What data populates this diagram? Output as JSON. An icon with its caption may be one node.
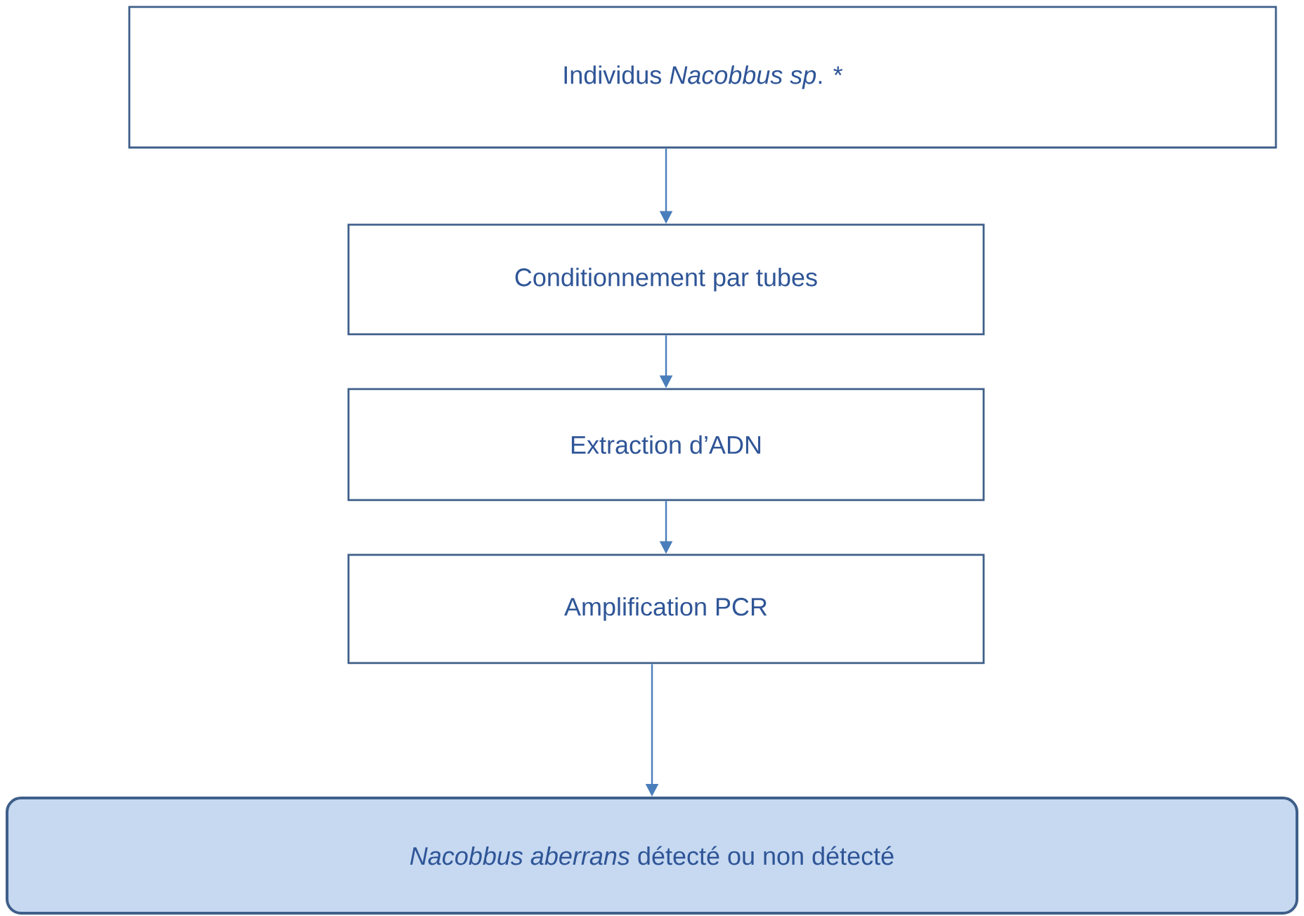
{
  "diagram": {
    "nodes": [
      {
        "text": [
          "Individus *Nacobbus sp*. *"
        ]
      },
      {
        "text": [
          "Conditionnement par tubes"
        ]
      },
      {
        "text": [
          "Extraction d’ADN"
        ]
      },
      {
        "text": [
          "Amplification PCR"
        ]
      },
      {
        "text": [
          "*Nacobbus aberrans* détecté ou non détecté"
        ]
      }
    ],
    "edges": [
      {
        "from": 0,
        "to": 1,
        "arrow": "to"
      },
      {
        "from": 1,
        "to": 2,
        "arrow": "to"
      },
      {
        "from": 2,
        "to": 3,
        "arrow": "to"
      },
      {
        "from": 3,
        "to": 4,
        "arrow": "to"
      }
    ]
  }
}
